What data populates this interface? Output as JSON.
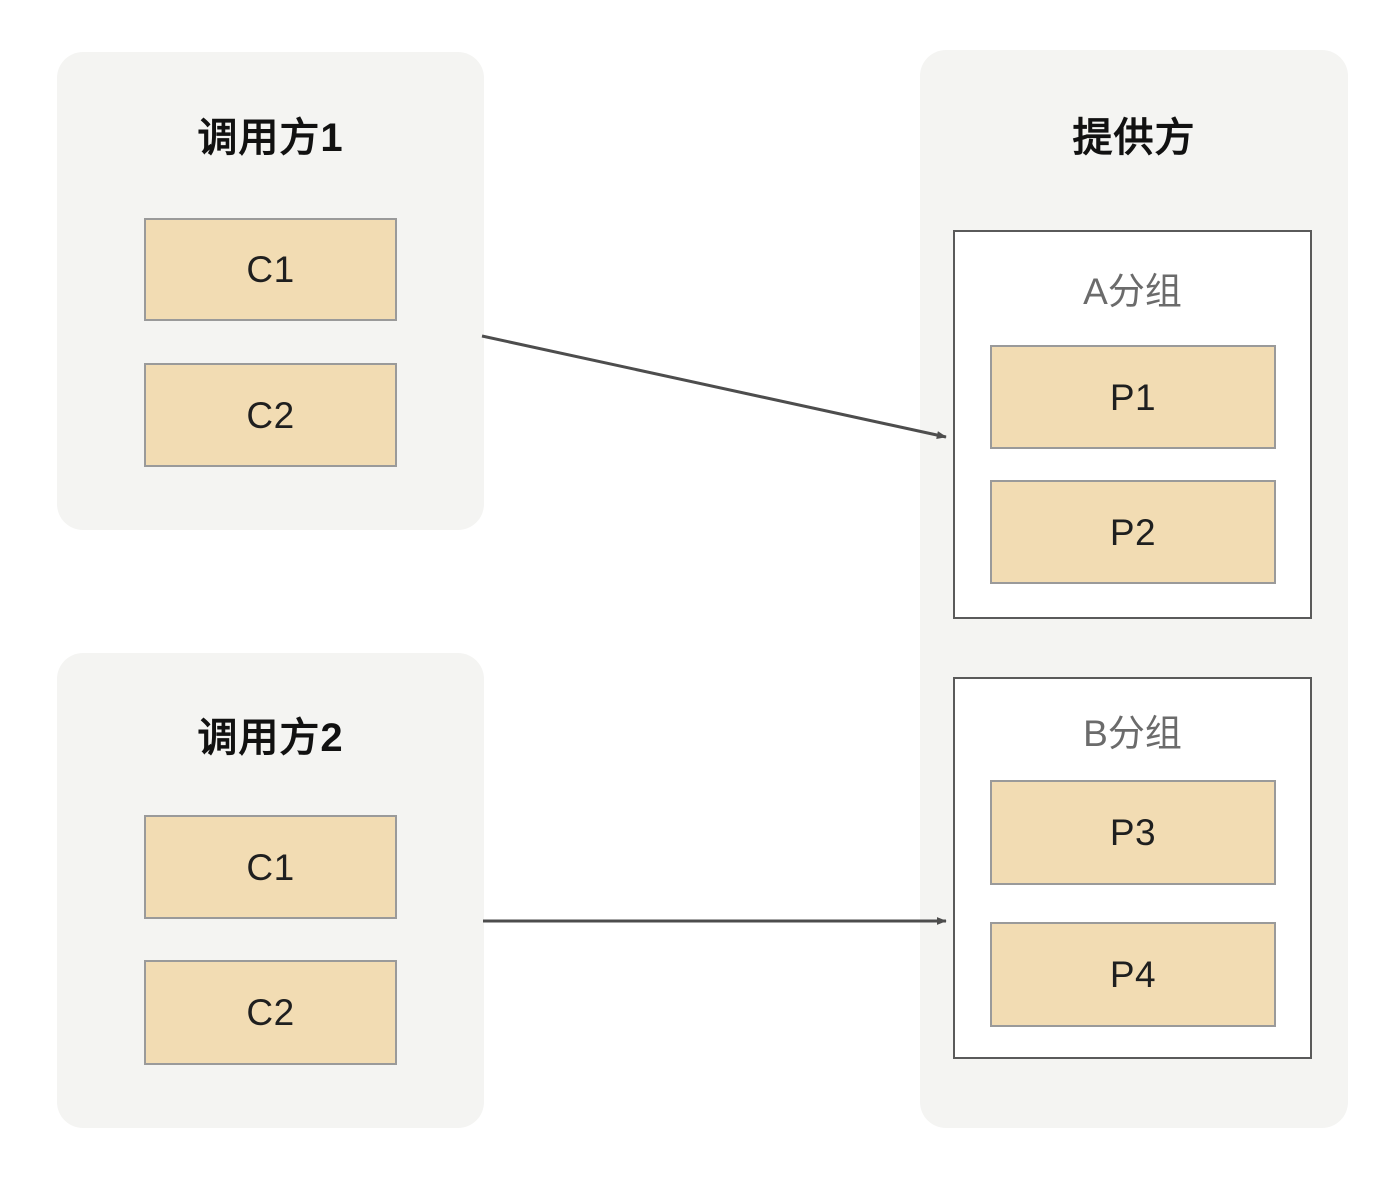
{
  "diagram": {
    "type": "architecture-grouping-diagram",
    "background_color": "#ffffff",
    "panel_color": "#f4f4f2",
    "node_fill_color": "#f2dcb3",
    "node_border_color": "#9a9a9a",
    "group_border_color": "#5a5a5a",
    "arrow_color": "#4d4d4d",
    "group_title_color": "#6b6b6b"
  },
  "callers": [
    {
      "title": "调用方1",
      "nodes": [
        {
          "label": "C1"
        },
        {
          "label": "C2"
        }
      ]
    },
    {
      "title": "调用方2",
      "nodes": [
        {
          "label": "C1"
        },
        {
          "label": "C2"
        }
      ]
    }
  ],
  "provider": {
    "title": "提供方",
    "groups": [
      {
        "title": "A分组",
        "nodes": [
          {
            "label": "P1"
          },
          {
            "label": "P2"
          }
        ]
      },
      {
        "title": "B分组",
        "nodes": [
          {
            "label": "P3"
          },
          {
            "label": "P4"
          }
        ]
      }
    ]
  },
  "connections": [
    {
      "from": "调用方1",
      "to": "A分组",
      "style": "solid-arrow"
    },
    {
      "from": "调用方2",
      "to": "B分组",
      "style": "solid-arrow"
    }
  ]
}
